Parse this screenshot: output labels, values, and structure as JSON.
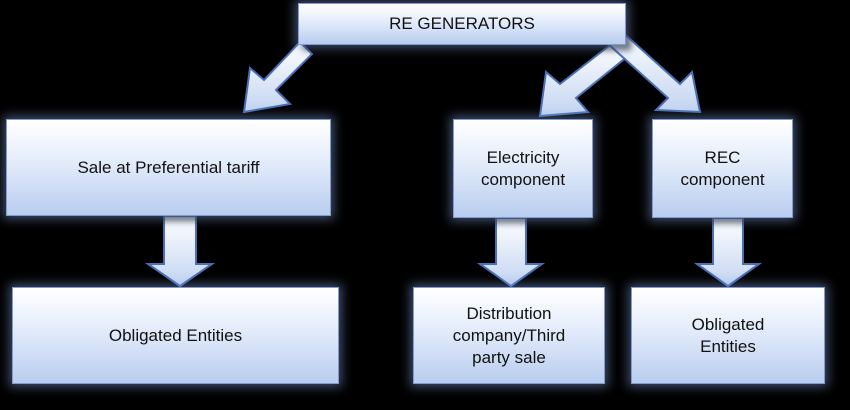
{
  "diagram": {
    "top": {
      "label": "RE GENERATORS"
    },
    "left_branch": {
      "label": "Sale at Preferential tariff",
      "target": "Obligated Entities"
    },
    "middle_branch": {
      "label": "Electricity\ncomponent",
      "target": "Distribution\ncompany/Third\nparty sale"
    },
    "right_branch": {
      "label": "REC\ncomponent",
      "target": "Obligated\nEntities"
    }
  },
  "colors": {
    "background": "#000000",
    "box_fill_top": "#ffffff",
    "box_fill_bottom": "#b9cdef",
    "box_border": "#7f9bd0",
    "arrow_outline": "#4a6fb3",
    "text": "#111111"
  }
}
